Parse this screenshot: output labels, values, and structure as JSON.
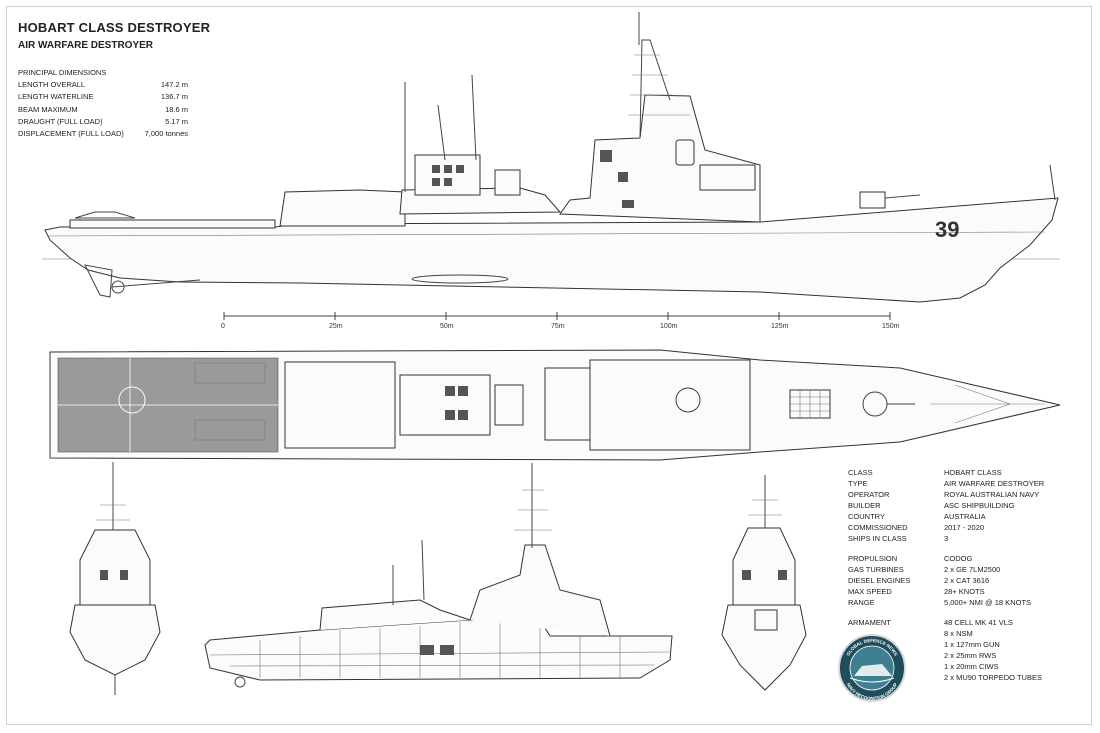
{
  "header": {
    "title": "HOBART CLASS DESTROYER",
    "subtitle": "AIR WARFARE DESTROYER"
  },
  "dimensions": {
    "heading": "PRINCIPAL DIMENSIONS",
    "rows": [
      {
        "label": "LENGTH OVERALL",
        "value": "147.2 m"
      },
      {
        "label": "LENGTH WATERLINE",
        "value": "136.7 m"
      },
      {
        "label": "BEAM MAXIMUM",
        "value": "18.6 m"
      },
      {
        "label": "DRAUGHT (FULL LOAD)",
        "value": "5.17 m"
      },
      {
        "label": "DISPLACEMENT (FULL LOAD)",
        "value": "7,000 tonnes"
      }
    ]
  },
  "scale_bar": {
    "ticks": [
      "0",
      "25m",
      "50m",
      "75m",
      "100m",
      "125m",
      "150m"
    ]
  },
  "hull_number": "39",
  "specs": {
    "general": [
      {
        "label": "CLASS",
        "value": "HOBART CLASS"
      },
      {
        "label": "TYPE",
        "value": "AIR WARFARE DESTROYER"
      },
      {
        "label": "OPERATOR",
        "value": "ROYAL AUSTRALIAN NAVY"
      },
      {
        "label": "BUILDER",
        "value": "ASC SHIPBUILDING"
      },
      {
        "label": "COUNTRY",
        "value": "AUSTRALIA"
      },
      {
        "label": "COMMISSIONED",
        "value": "2017 - 2020"
      },
      {
        "label": "SHIPS IN CLASS",
        "value": "3"
      }
    ],
    "propulsion": [
      {
        "label": "PROPULSION",
        "value": "CODOG"
      },
      {
        "label": "GAS TURBINES",
        "value": "2 x GE 7LM2500"
      },
      {
        "label": "DIESEL ENGINES",
        "value": "2 x CAT 3616"
      },
      {
        "label": "MAX SPEED",
        "value": "28+ KNOTS"
      },
      {
        "label": "RANGE",
        "value": "5,000+ NMI @ 18 KNOTS"
      }
    ],
    "armament": {
      "label": "ARMAMENT",
      "items": [
        "48 CELL MK 41 VLS",
        "8 x NSM",
        "1 x 127mm GUN",
        "2 x 25mm RWS",
        "1 x 20mm CIWS",
        "2 x MU90  TORPEDO TUBES"
      ]
    }
  },
  "logo": {
    "top_text": "GLOBAL DEFENCE NEWS",
    "bottom_text": "NAVY RECOGNITION GROUP"
  }
}
